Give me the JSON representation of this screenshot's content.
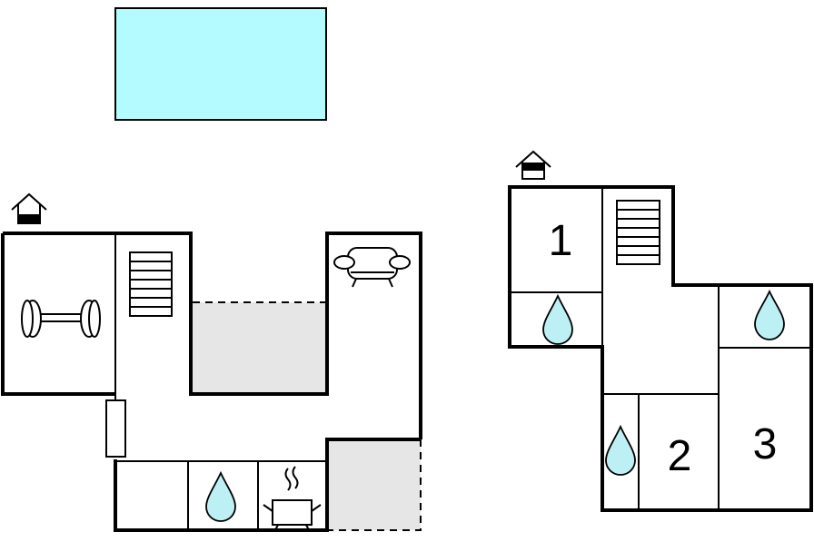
{
  "floor_plan": {
    "rooms": [
      {
        "id": "bedroom-1",
        "label": "1"
      },
      {
        "id": "bedroom-2",
        "label": "2"
      },
      {
        "id": "bedroom-3",
        "label": "3"
      }
    ],
    "features": [
      "pool",
      "gym",
      "stairs",
      "living-room",
      "kitchen",
      "bathroom",
      "terrace"
    ],
    "colors": {
      "pool": "#b4fbff",
      "water_drop": "#bdf0f5",
      "terrace": "#e6e6e6",
      "wall": "#000000"
    },
    "icons": [
      "entrance-house-icon",
      "dumbbell-icon",
      "stairs-icon",
      "sofa-icon",
      "water-drop-icon",
      "cooking-pot-icon"
    ]
  }
}
